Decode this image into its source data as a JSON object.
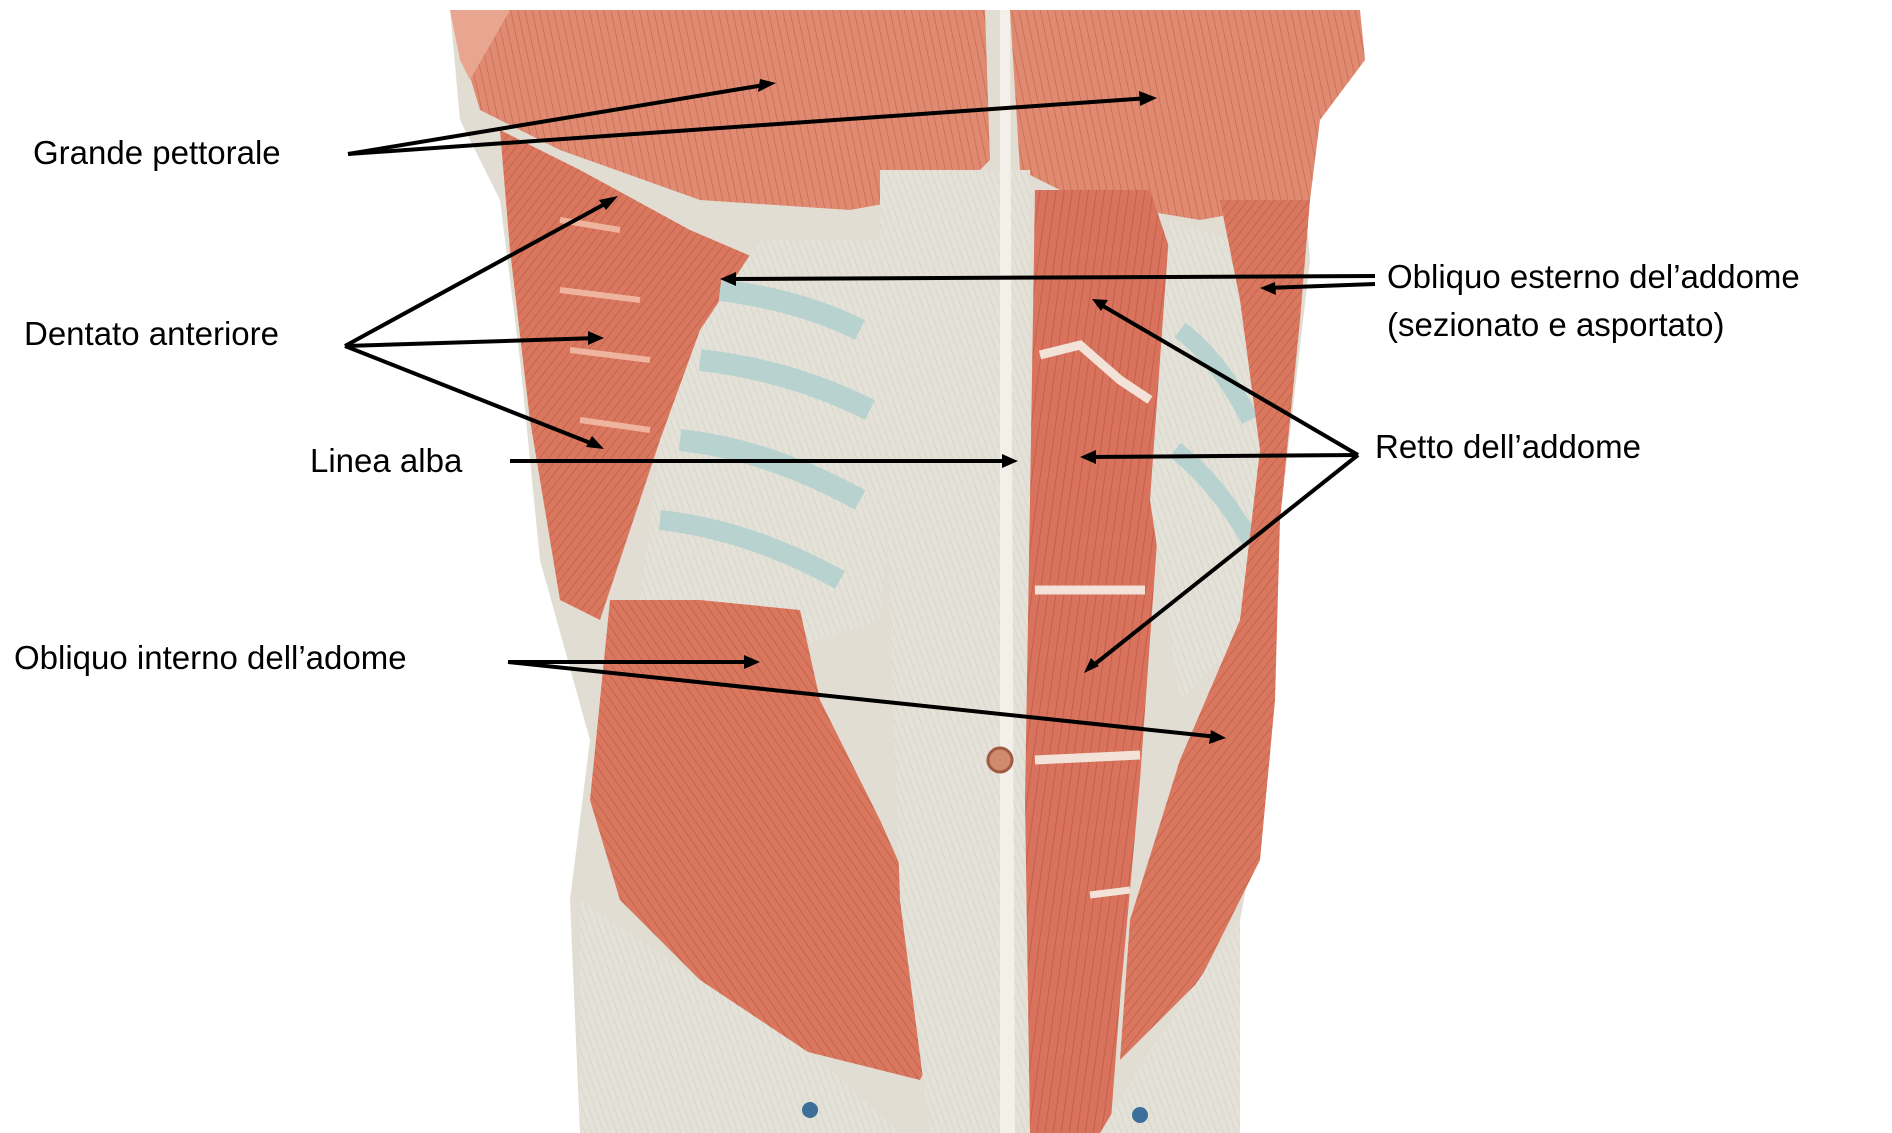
{
  "labels": {
    "grande_pettorale": "Grande pettorale",
    "dentato_anteriore": "Dentato anteriore",
    "linea_alba": "Linea alba",
    "obliquo_interno": "Obliquo interno dell’adome",
    "obliquo_esterno_line1": "Obliquo esterno del’addome",
    "obliquo_esterno_line2": "(sezionato e asportato)",
    "retto": "Retto dell’addome"
  },
  "colors": {
    "muscle": "#d8735e",
    "muscle_dark": "#b9553f",
    "muscle_light": "#e99a84",
    "fascia": "#e4e2d8",
    "fascia_shadow": "#c9c8bd",
    "rib": "#b8d3cf",
    "leader_line": "#000000"
  }
}
